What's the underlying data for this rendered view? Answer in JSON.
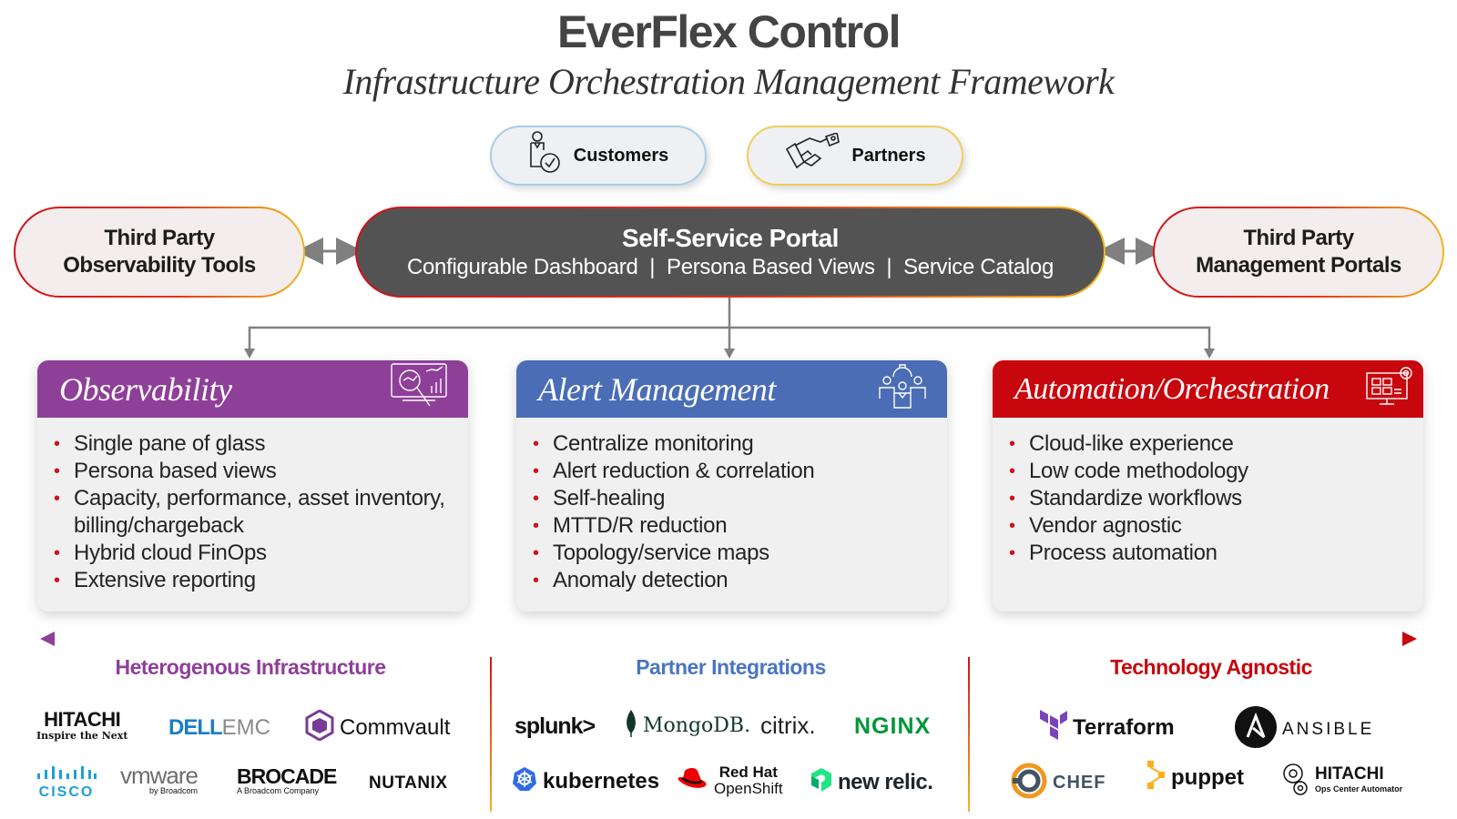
{
  "header": {
    "title": "EverFlex Control",
    "subtitle": "Infrastructure Orchestration Management Framework"
  },
  "stakeholders": {
    "customers": {
      "label": "Customers",
      "icon": "user-check-icon",
      "border_color": "#a9cde8"
    },
    "partners": {
      "label": "Partners",
      "icon": "handshake-icon",
      "border_color": "#f0cf5a"
    }
  },
  "left_pill": {
    "line1": "Third Party",
    "line2": "Observability Tools"
  },
  "right_pill": {
    "line1": "Third Party",
    "line2": "Management Portals"
  },
  "portal": {
    "title": "Self-Service Portal",
    "features": [
      "Configurable Dashboard",
      "Persona Based Views",
      "Service Catalog"
    ],
    "separator": "|"
  },
  "cards": [
    {
      "title": "Observability",
      "icon": "magnifier-chart-icon",
      "color": "#8e3f98",
      "items": [
        "Single pane of glass",
        "Persona based views",
        "Capacity, performance, asset inventory, billing/chargeback",
        "Hybrid cloud FinOps",
        "Extensive reporting"
      ]
    },
    {
      "title": "Alert Management",
      "icon": "team-gear-icon",
      "color": "#4a6db5",
      "items": [
        "Centralize monitoring",
        "Alert reduction & correlation",
        "Self-healing",
        "MTTD/R reduction",
        "Topology/service maps",
        "Anomaly detection"
      ]
    },
    {
      "title": "Automation/Orchestration",
      "icon": "monitor-gear-icon",
      "color": "#c8060d",
      "items": [
        "Cloud-like experience",
        "Low code methodology",
        "Standardize workflows",
        "Vendor agnostic",
        "Process automation"
      ]
    }
  ],
  "sections": [
    {
      "title": "Heterogenous Infrastructure",
      "color": "#8e3f98",
      "logos": [
        {
          "name": "HITACHI",
          "tagline": "Inspire the Next"
        },
        {
          "name": "DELL",
          "suffix": "EMC"
        },
        {
          "name": "Commvault"
        },
        {
          "name": "CISCO"
        },
        {
          "name": "vmware",
          "tagline": "by Broadcom"
        },
        {
          "name": "BROCADE",
          "tagline": "A Broadcom Company"
        },
        {
          "name": "NUTANIX"
        }
      ]
    },
    {
      "title": "Partner Integrations",
      "color": "#4a75c0",
      "logos": [
        {
          "name": "splunk>"
        },
        {
          "name": "MongoDB."
        },
        {
          "name": "citrix."
        },
        {
          "name": "NGINX"
        },
        {
          "name": "kubernetes"
        },
        {
          "name": "Red Hat",
          "tagline": "OpenShift"
        },
        {
          "name": "new relic."
        }
      ]
    },
    {
      "title": "Technology Agnostic",
      "color": "#c8060d",
      "logos": [
        {
          "name": "Terraform"
        },
        {
          "name": "ANSIBLE"
        },
        {
          "name": "CHEF"
        },
        {
          "name": "puppet"
        },
        {
          "name": "HITACHI",
          "tagline": "Ops Center Automator"
        }
      ]
    }
  ]
}
